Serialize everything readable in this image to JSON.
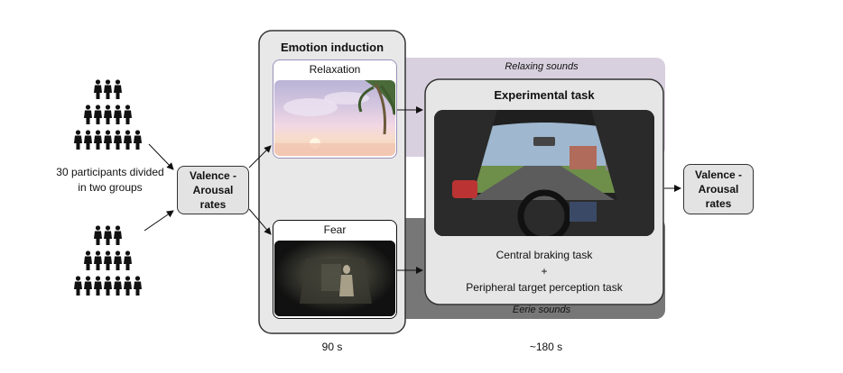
{
  "participants": {
    "text": "30 participants divided in two groups"
  },
  "rates_left": {
    "text": "Valence - Arousal rates"
  },
  "rates_right": {
    "text": "Valence - Arousal rates"
  },
  "emotion_induction": {
    "title": "Emotion induction",
    "relaxation_label": "Relaxation",
    "fear_label": "Fear"
  },
  "bands": {
    "relaxing": "Relaxing sounds",
    "eerie": "Eerie sounds"
  },
  "experimental_task": {
    "title": "Experimental task",
    "line1": "Central braking task",
    "line2": "+",
    "line3": "Peripheral target perception task"
  },
  "durations": {
    "induction": "90 s",
    "task": "~180 s"
  },
  "colors": {
    "relaxing_band": "#d9d0df",
    "eerie_band": "#777777",
    "induction_panel": "#e8e8e8",
    "task_panel": "#e6e6e6",
    "rates_box": "#e3e3e3"
  }
}
